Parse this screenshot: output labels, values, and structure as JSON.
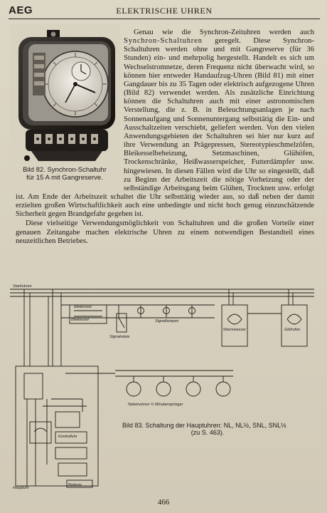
{
  "header": {
    "logo": "AEG",
    "title": "ELEKTRISCHE UHREN"
  },
  "photo_caption": {
    "line1": "Bild 82. Synchron-Schaltuhr",
    "line2": "für 15 A mit Gangreserve."
  },
  "paragraph1": {
    "lead": "Genau wie die Synchron-Zeituhren werden auch",
    "term": "Synchron-Schaltuhren",
    "rest": "geregelt. Diese Synchron-Schaltuhren werden ohne und mit Gangreserve (für 36 Stunden) ein- und mehrpolig hergestellt. Handelt es sich um Wechselstromnetze, deren Frequenz nicht überwacht wird, so können hier entweder Handaufzug-Uhren (Bild 81) mit einer Gangdauer bis zu 35 Tagen oder elektrisch aufgezogene Uhren (Bild 82) verwendet werden. Als zusätzliche Einrichtung können die Schaltuhren auch mit einer astronomischen Verstellung, die z. B. in Beleuchtungsanlagen je nach Sonnenaufgang und Sonnenuntergang selbsttätig die Ein- und Ausschaltzeiten verschiebt, geliefert werden. Von den vielen Anwendungsgebieten der Schaltuhren sei hier nur kurz auf ihre Verwendung an Prägepressen, Stereotypieschmelzöfen, Bleikesselbeheizung, Setzmaschinen, Glühöfen, Trockenschränke, Heißwasserspeicher, Futterdämpfer usw. hingewiesen. In diesen Fällen wird die Uhr so eingestellt, daß zu Beginn der Arbeitszeit die nötige Vorheizung oder der selbständige Arbeitsgang beim Glühen, Trocknen usw. erfolgt ist. Am Ende der Arbeitszeit schaltet die Uhr selbsttätig wieder aus, so daß neben der damit erzielten großen Wirtschaftlichkeit auch eine unbedingte und nicht hoch genug einzuschätzende Sicherheit gegen Brandgefahr gegeben ist."
  },
  "paragraph2": "Diese vielseitige Verwendungsmöglichkeit von Schaltuhren und die großen Vorteile einer genauen Zeitangabe machen elektrische Uhren zu einem notwendigen Bestandteil eines neuzeitlichen Betriebes.",
  "diagram_labels": {
    "starkstrom": "Starkstrom",
    "signal_lamps": "Signallampen",
    "signal_relay": "Signalrelais",
    "relay_box": "Bleikessel",
    "boiler1": "Warmwasser",
    "boiler2": "Glühofen",
    "switch_left": "Bleikessel",
    "minutes_clocks": "Nebenuhren ½ Minutenspringer",
    "control_unit": "Kontrolluhr",
    "main_clock": "Hauptuhr",
    "battery": "Batterie"
  },
  "figure_caption": {
    "line1": "Bild 83. Schaltung der Hauptuhren: NL, NL½, SNL, SNL½",
    "line2": "(zu S. 463)."
  },
  "page_number": "466"
}
